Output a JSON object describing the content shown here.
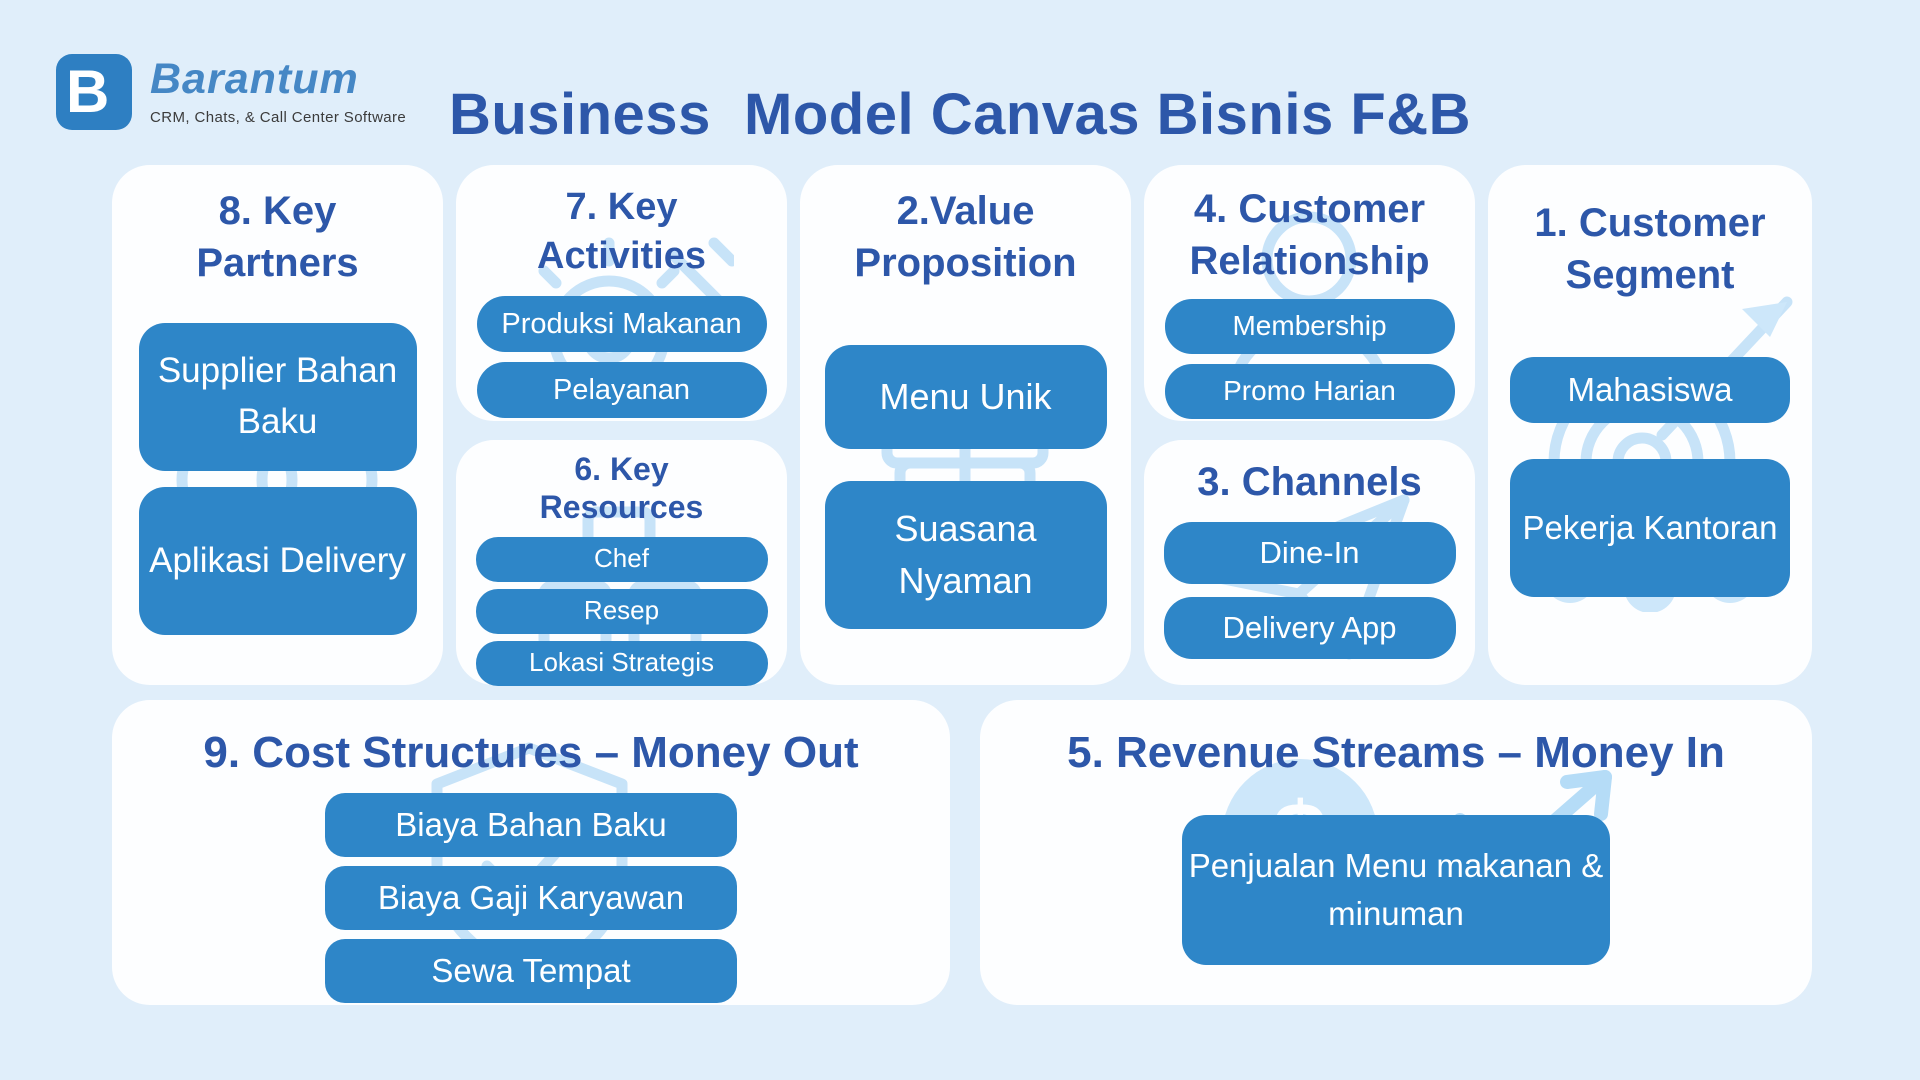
{
  "page": {
    "title": "Business  Model Canvas Bisnis F&B"
  },
  "logo": {
    "mark": "B",
    "name": "Barantum",
    "tagline": "CRM, Chats, & Call Center Software"
  },
  "colors": {
    "background": "#e0eefa",
    "card": "#fdfeff",
    "pill": "#2e86c8",
    "heading": "#2d57a9",
    "logo_square": "#2e7fc2",
    "logo_text": "#4587c5",
    "watermark": "#c7e3f8"
  },
  "cards": {
    "key_partners": {
      "heading": "8. Key Partners",
      "pills": [
        "Supplier Bahan Baku",
        "Aplikasi Delivery"
      ]
    },
    "key_activities": {
      "heading": "7. Key Activities",
      "pills": [
        "Produksi Makanan",
        "Pelayanan"
      ]
    },
    "key_resources": {
      "heading": "6. Key Resources",
      "pills": [
        "Chef",
        "Resep",
        "Lokasi Strategis"
      ]
    },
    "value_proposition": {
      "heading": "2.Value Proposition",
      "pills": [
        "Menu Unik",
        "Suasana Nyaman"
      ]
    },
    "customer_relationship": {
      "heading": "4. Customer Relationship",
      "pills": [
        "Membership",
        "Promo Harian"
      ]
    },
    "channels": {
      "heading": "3. Channels",
      "pills": [
        "Dine-In",
        "Delivery App"
      ]
    },
    "customer_segment": {
      "heading": "1. Customer Segment",
      "pills": [
        "Mahasiswa",
        "Pekerja Kantoran"
      ]
    },
    "cost_structures": {
      "heading": "9. Cost Structures – Money Out",
      "pills": [
        "Biaya Bahan Baku",
        "Biaya Gaji Karyawan",
        "Sewa Tempat"
      ]
    },
    "revenue_streams": {
      "heading": "5. Revenue Streams – Money In",
      "pills": [
        "Penjualan Menu makanan & minuman"
      ]
    }
  }
}
